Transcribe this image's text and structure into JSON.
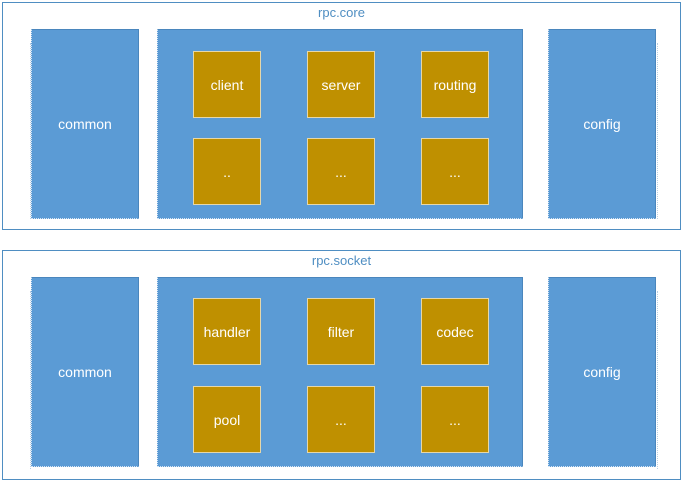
{
  "colors": {
    "frame": "#4f8ec2",
    "box": "#5b9bd5",
    "module": "#bf9000",
    "text": "#ffffff"
  },
  "panels": [
    {
      "title": "rpc.core",
      "left": "common",
      "right": "config",
      "modules": [
        [
          "client",
          "server",
          "routing"
        ],
        [
          "..",
          "...",
          "..."
        ]
      ]
    },
    {
      "title": "rpc.socket",
      "left": "common",
      "right": "config",
      "modules": [
        [
          "handler",
          "filter",
          "codec"
        ],
        [
          "pool",
          "...",
          "..."
        ]
      ]
    }
  ]
}
